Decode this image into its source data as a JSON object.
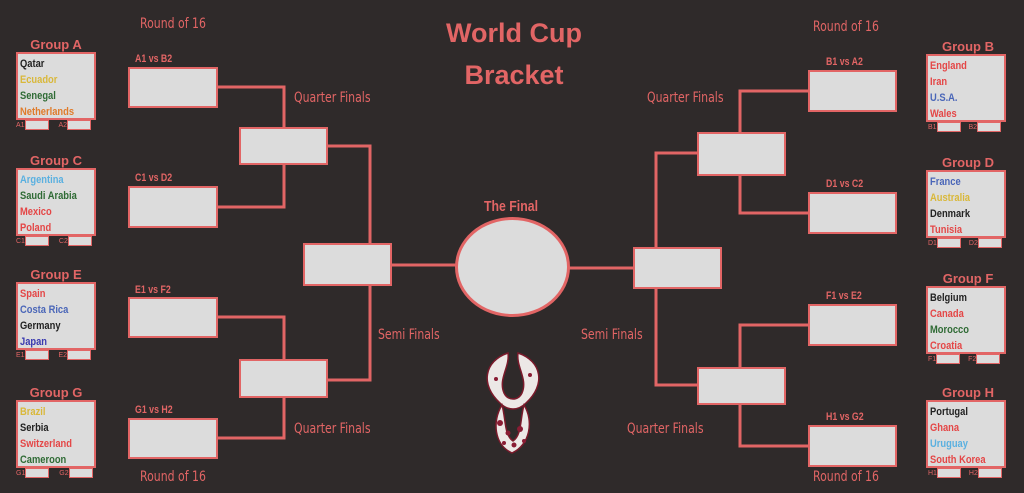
{
  "title_line1": "World Cup",
  "title_line2": "Bracket",
  "round_of_16": "Round of 16",
  "quarter_finals": "Quarter Finals",
  "semi_finals": "Semi Finals",
  "the_final": "The Final",
  "accent_color": "#e26565",
  "groups": {
    "A": {
      "title": "Group A",
      "teams": [
        {
          "name": "Qatar",
          "color": "#222222"
        },
        {
          "name": "Ecuador",
          "color": "#d9b83a"
        },
        {
          "name": "Senegal",
          "color": "#2f6b35"
        },
        {
          "name": "Netherlands",
          "color": "#e07b2a"
        }
      ],
      "pos1": "A1",
      "pos2": "A2"
    },
    "B": {
      "title": "Group B",
      "teams": [
        {
          "name": "England",
          "color": "#e44646"
        },
        {
          "name": "Iran",
          "color": "#e44646"
        },
        {
          "name": "U.S.A.",
          "color": "#4a66b8"
        },
        {
          "name": "Wales",
          "color": "#e44646"
        }
      ],
      "pos1": "B1",
      "pos2": "B2"
    },
    "C": {
      "title": "Group C",
      "teams": [
        {
          "name": "Argentina",
          "color": "#5ab0e0"
        },
        {
          "name": "Saudi Arabia",
          "color": "#2f6b35"
        },
        {
          "name": "Mexico",
          "color": "#e44646"
        },
        {
          "name": "Poland",
          "color": "#e44646"
        }
      ],
      "pos1": "C1",
      "pos2": "C2"
    },
    "D": {
      "title": "Group D",
      "teams": [
        {
          "name": "France",
          "color": "#4a66b8"
        },
        {
          "name": "Australia",
          "color": "#d9b83a"
        },
        {
          "name": "Denmark",
          "color": "#222222"
        },
        {
          "name": "Tunisia",
          "color": "#e44646"
        }
      ],
      "pos1": "D1",
      "pos2": "D2"
    },
    "E": {
      "title": "Group E",
      "teams": [
        {
          "name": "Spain",
          "color": "#e44646"
        },
        {
          "name": "Costa Rica",
          "color": "#4a66b8"
        },
        {
          "name": "Germany",
          "color": "#222222"
        },
        {
          "name": "Japan",
          "color": "#3a3ab0"
        }
      ],
      "pos1": "E1",
      "pos2": "E2"
    },
    "F": {
      "title": "Group F",
      "teams": [
        {
          "name": "Belgium",
          "color": "#222222"
        },
        {
          "name": "Canada",
          "color": "#e44646"
        },
        {
          "name": "Morocco",
          "color": "#2f6b35"
        },
        {
          "name": "Croatia",
          "color": "#e44646"
        }
      ],
      "pos1": "F1",
      "pos2": "F2"
    },
    "G": {
      "title": "Group G",
      "teams": [
        {
          "name": "Brazil",
          "color": "#d9b83a"
        },
        {
          "name": "Serbia",
          "color": "#222222"
        },
        {
          "name": "Switzerland",
          "color": "#e44646"
        },
        {
          "name": "Cameroon",
          "color": "#2f6b35"
        }
      ],
      "pos1": "G1",
      "pos2": "G2"
    },
    "H": {
      "title": "Group H",
      "teams": [
        {
          "name": "Portugal",
          "color": "#222222"
        },
        {
          "name": "Ghana",
          "color": "#e44646"
        },
        {
          "name": "Uruguay",
          "color": "#5ab0e0"
        },
        {
          "name": "South Korea",
          "color": "#e44646"
        }
      ],
      "pos1": "H1",
      "pos2": "H2"
    }
  },
  "matches": {
    "a1b2": "A1 vs B2",
    "c1d2": "C1 vs D2",
    "e1f2": "E1 vs F2",
    "g1h2": "G1 vs H2",
    "b1a2": "B1 vs A2",
    "d1c2": "D1 vs C2",
    "f1e2": "F1 vs E2",
    "h1g2": "H1 vs G2"
  },
  "trophy_icon": "world-cup-logo-icon"
}
